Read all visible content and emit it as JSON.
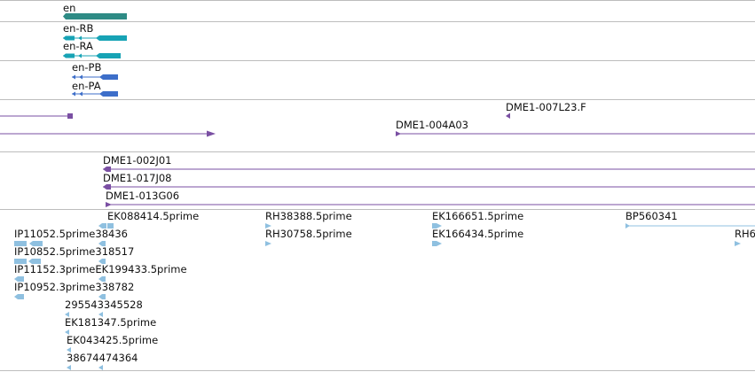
{
  "colors": {
    "gene": "#2e8b85",
    "transcript_r": "#17a3b5",
    "transcript_p": "#3d6ec9",
    "genomic": "#7a4fa3",
    "est": "#8fc0e0",
    "separator": "#bdbdbd",
    "text": "#111111"
  },
  "tracks": {
    "gene": {
      "labels": [
        "en"
      ]
    },
    "transcripts": {
      "labels": [
        "en-RB",
        "en-RA"
      ]
    },
    "proteins": {
      "labels": [
        "en-PB",
        "en-PA"
      ]
    },
    "genomic_clones": {
      "labels": [
        "DME1-007L23.F",
        "DME1-004A03"
      ]
    },
    "bac_clones": {
      "labels": [
        "DME1-002J01",
        "DME1-017J08",
        "DME1-013G06"
      ]
    },
    "ests": {
      "labels": [
        "EK088414.5prime",
        "RH38388.5prime",
        "EK166651.5prime",
        "BP560341",
        "RH6",
        "IP11052.5prime38436",
        "RH30758.5prime",
        "EK166434.5prime",
        "IP10852.5prime318517",
        "IP11152.3primeEK199433.5prime",
        "IP10952.3prime338782",
        "295543345528",
        "EK181347.5prime",
        "EK043425.5prime",
        "38674474364"
      ]
    }
  }
}
